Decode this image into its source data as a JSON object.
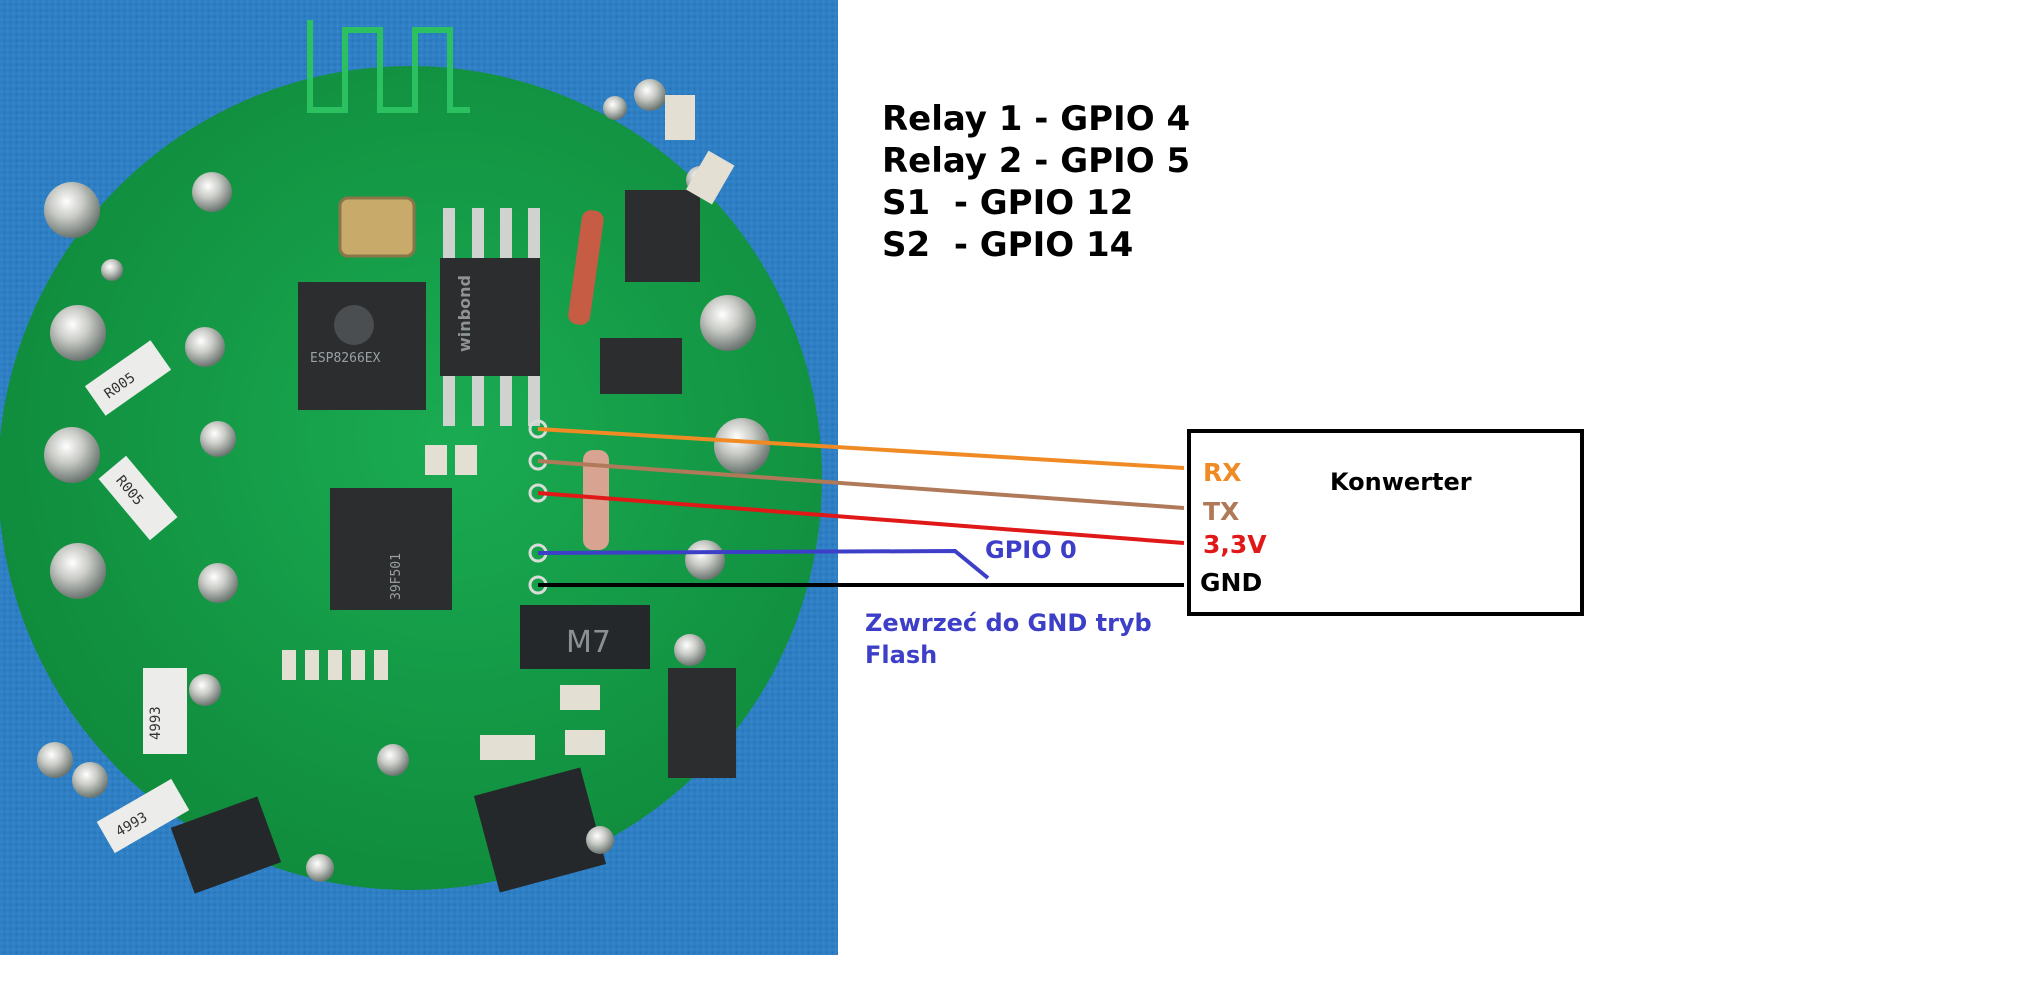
{
  "mapping": [
    {
      "line": "Relay 1 - GPIO 4"
    },
    {
      "line": "Relay 2 - GPIO 5"
    },
    {
      "line": "S1  - GPIO 12"
    },
    {
      "line": "S2  - GPIO 14"
    }
  ],
  "converter": {
    "title": "Konwerter",
    "pins": [
      {
        "label": "RX",
        "color": "#f08a24"
      },
      {
        "label": "TX",
        "color": "#b07a5a"
      },
      {
        "label": "3,3V",
        "color": "#e01818"
      },
      {
        "label": "GND",
        "color": "#000000"
      }
    ]
  },
  "gpio0": {
    "label": "GPIO 0",
    "color": "#3d3fc8"
  },
  "note": {
    "line1": "Zewrzeć do GND tryb",
    "line2": "Flash"
  },
  "board": {
    "chips": [
      "ESP8266EX",
      "winbond",
      "39F501",
      "M7"
    ],
    "resistors": [
      "R005",
      "R005",
      "4993",
      "4993"
    ]
  },
  "colors": {
    "board": "#14a04a",
    "background": "#2f7fc4"
  }
}
